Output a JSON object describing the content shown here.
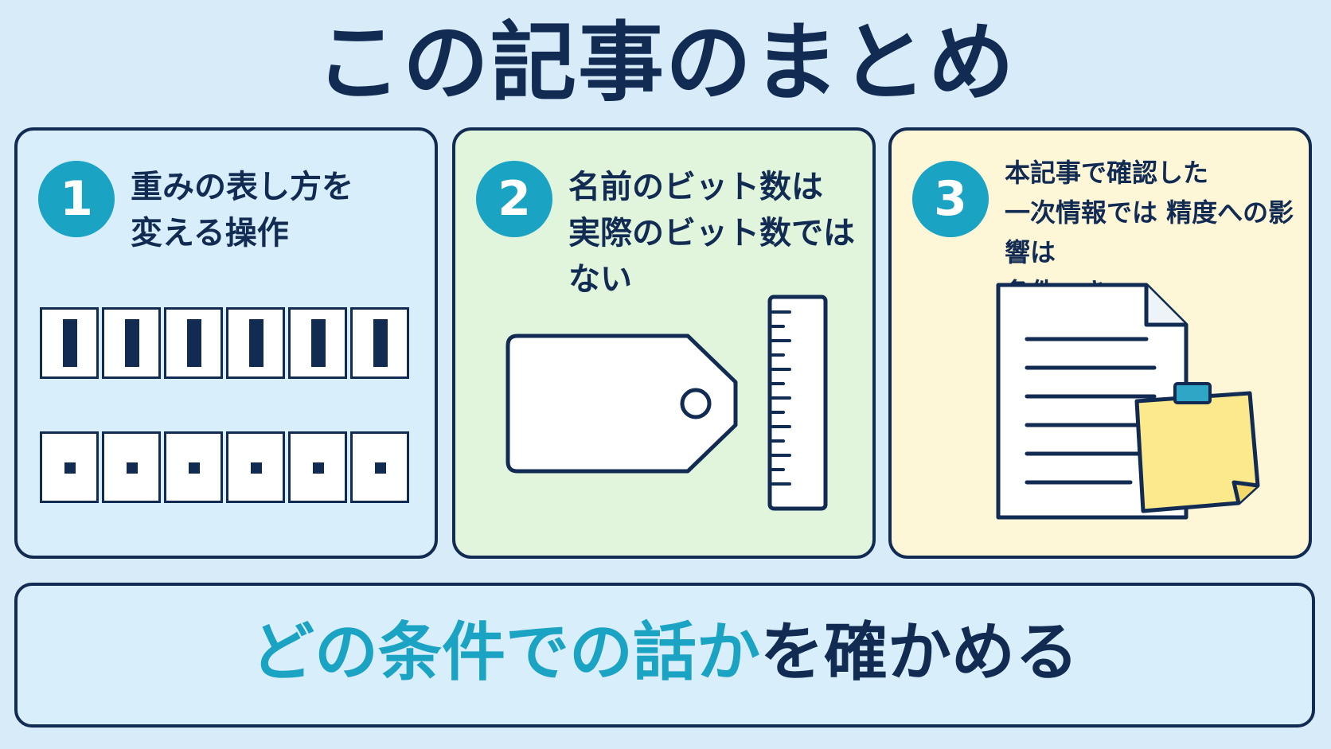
{
  "title": "この記事のまとめ",
  "cards": [
    {
      "number": "1",
      "heading": "重みの表し方を\n変える操作",
      "illustration": "bit-boxes",
      "rows": [
        {
          "marker": "tall-bar",
          "count": 6
        },
        {
          "marker": "small-square",
          "count": 6
        }
      ]
    },
    {
      "number": "2",
      "heading": "名前のビット数は\n実際のビット数ではない",
      "illustration": "tag-and-ruler"
    },
    {
      "number": "3",
      "heading": "本記事で確認した\n一次情報では 精度への影響は\n条件つき",
      "illustration": "document-with-sticky-note"
    }
  ],
  "footer": {
    "highlight": "どの条件での話か",
    "rest": "を確かめる"
  },
  "colors": {
    "navy": "#122b52",
    "accent": "#1ba3c4",
    "background": "#d7ebf8",
    "card1_bg": "#d9eefb",
    "card2_bg": "#e1f5dd",
    "card3_bg": "#fdf7d8",
    "sticky_note": "#fbe98b"
  }
}
